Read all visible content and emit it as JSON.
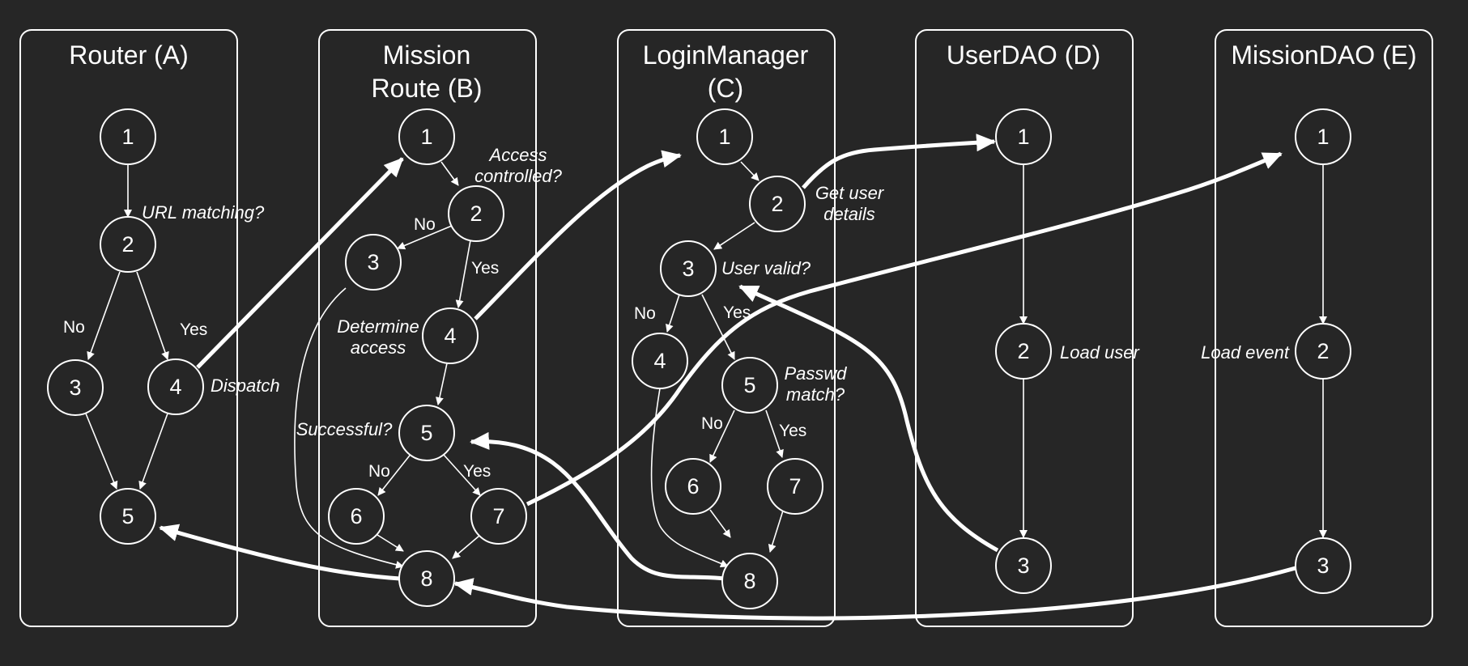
{
  "colors": {
    "background": "#262626",
    "foreground": "#ffffff"
  },
  "lanes": [
    {
      "id": "A",
      "title_lines": [
        "Router (A)"
      ]
    },
    {
      "id": "B",
      "title_lines": [
        "Mission",
        "Route (B)"
      ]
    },
    {
      "id": "C",
      "title_lines": [
        "LoginManager",
        "(C)"
      ]
    },
    {
      "id": "D",
      "title_lines": [
        "UserDAO (D)"
      ]
    },
    {
      "id": "E",
      "title_lines": [
        "MissionDAO (E)"
      ]
    }
  ],
  "nodes": {
    "A1": "1",
    "A2": "2",
    "A3": "3",
    "A4": "4",
    "A5": "5",
    "B1": "1",
    "B2": "2",
    "B3": "3",
    "B4": "4",
    "B5": "5",
    "B6": "6",
    "B7": "7",
    "B8": "8",
    "C1": "1",
    "C2": "2",
    "C3": "3",
    "C4": "4",
    "C5": "5",
    "C6": "6",
    "C7": "7",
    "C8": "8",
    "D1": "1",
    "D2": "2",
    "D3": "3",
    "E1": "1",
    "E2": "2",
    "E3": "3"
  },
  "annotations": {
    "url_matching": "URL matching?",
    "dispatch": "Dispatch",
    "access_controlled": [
      "Access",
      "controlled?"
    ],
    "determine_access": [
      "Determine",
      "access"
    ],
    "successful": "Successful?",
    "get_user_details": [
      "Get user",
      "details"
    ],
    "user_valid": "User valid?",
    "passwd_match": [
      "Passwd",
      "match?"
    ],
    "load_user": "Load user",
    "load_event": "Load event"
  },
  "branch_labels": {
    "a_no": "No",
    "a_yes": "Yes",
    "b2_no": "No",
    "b2_yes": "Yes",
    "b5_no": "No",
    "b5_yes": "Yes",
    "c3_no": "No",
    "c3_yes": "Yes",
    "c5_no": "No",
    "c5_yes": "Yes"
  }
}
